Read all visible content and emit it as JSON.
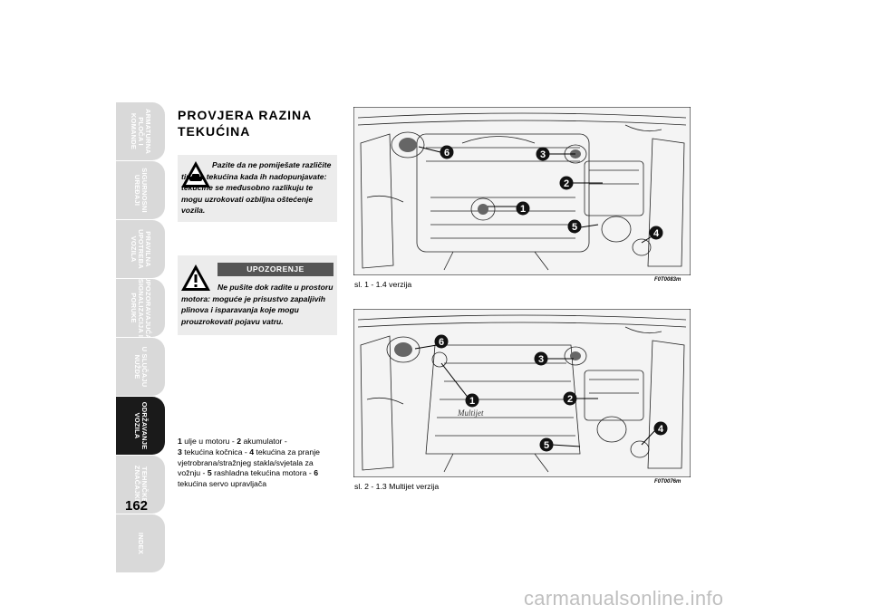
{
  "side_tabs": [
    {
      "label": "ARMATURNA\nPLOČA I\nKOMANDE",
      "active": false
    },
    {
      "label": "SIGURNOSNI\nUREĐAJI",
      "active": false
    },
    {
      "label": "PRAVILNA\nUPOTREBA\nVOZILA",
      "active": false
    },
    {
      "label": "UPOZORAVAJUĆA\nSIGNALIZACIJA I\nPORUKE",
      "active": false
    },
    {
      "label": "U SLUČAJU\nNUŽDE",
      "active": false
    },
    {
      "label": "ODRŽAVANJE\nVOZILA",
      "active": true
    },
    {
      "label": "TEHNIČKE\nZNAČAJKE",
      "active": false
    },
    {
      "label": "INDEX",
      "active": false
    }
  ],
  "page_number": "162",
  "title_line1": "PROVJERA RAZINA",
  "title_line2": "TEKUĆINA",
  "caution_text": "Pazite da ne pomiješate različite tipove tekućina kada ih nadopunjavate: tekućine se međusobno razlikuju te mogu uzrokovati ozbiljna oštećenje vozila.",
  "warning_header": "UPOZORENJE",
  "warning_text": "Ne pušite dok radite u prostoru motora: moguće je prisustvo zapaljivih plinova i isparavanja koje mogu prouzrokovati pojavu vatru.",
  "legend": [
    {
      "num": "1",
      "text": " ulje u motoru - "
    },
    {
      "num": "2",
      "text": " akumulator - "
    },
    {
      "num": "3",
      "text": " tekućina kočnica - "
    },
    {
      "num": "4",
      "text": " tekućina za pranje vjetrobrana/stražnjeg stakla/svjetala za vožnju - "
    },
    {
      "num": "5",
      "text": " rashladna tekućina motora - "
    },
    {
      "num": "6",
      "text": " tekućina servo upravljača"
    }
  ],
  "figures": [
    {
      "caption": "sl. 1 - 1.4 verzija",
      "code": "F0T0083m",
      "callouts": [
        "1",
        "2",
        "3",
        "4",
        "5",
        "6"
      ],
      "engine_label": ""
    },
    {
      "caption": "sl. 2 - 1.3 Multijet verzija",
      "code": "F0T0076m",
      "callouts": [
        "1",
        "2",
        "3",
        "4",
        "5",
        "6"
      ],
      "engine_label": "Multijet"
    }
  ],
  "watermark": "carmanualsonline.info"
}
